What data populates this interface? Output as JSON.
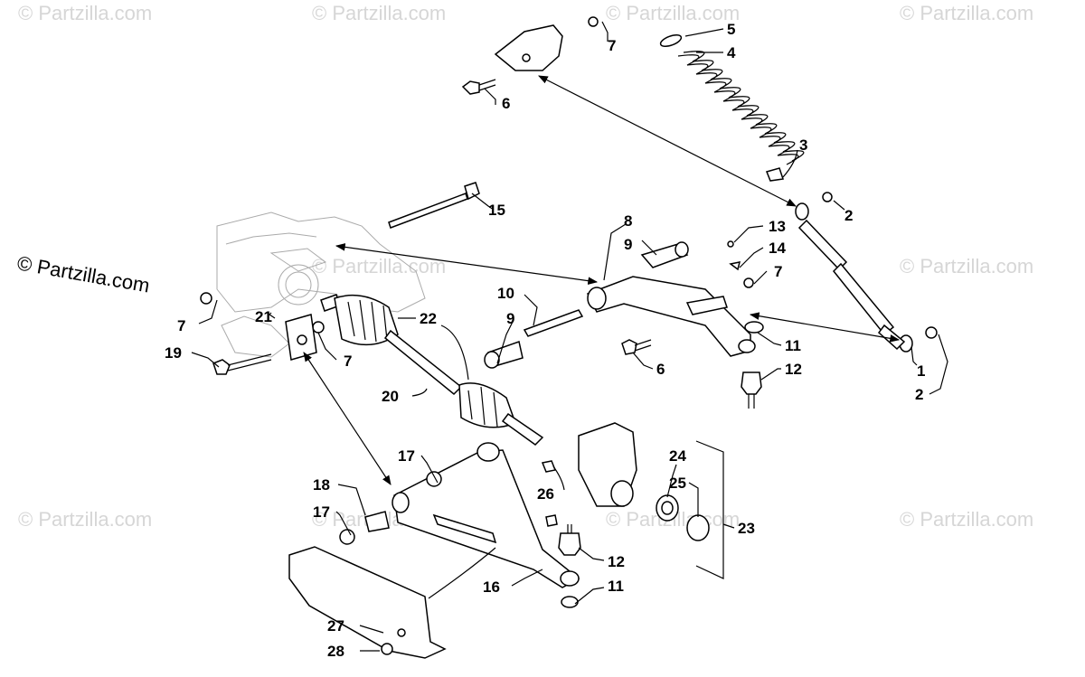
{
  "watermark": {
    "text": "© Partzilla.com",
    "inline_text": "© Partzilla.com"
  },
  "labels": {
    "l1": "1",
    "l2a": "2",
    "l2b": "2",
    "l3": "3",
    "l4": "4",
    "l5": "5",
    "l6a": "6",
    "l6b": "6",
    "l7a": "7",
    "l7b": "7",
    "l7c": "7",
    "l7d": "7",
    "l8": "8",
    "l9a": "9",
    "l9b": "9",
    "l10": "10",
    "l11a": "11",
    "l11b": "11",
    "l12a": "12",
    "l12b": "12",
    "l13": "13",
    "l14": "14",
    "l15": "15",
    "l16": "16",
    "l17a": "17",
    "l17b": "17",
    "l18": "18",
    "l19": "19",
    "l20": "20",
    "l21": "21",
    "l22": "22",
    "l23": "23",
    "l24": "24",
    "l25": "25",
    "l26": "26",
    "l27": "27",
    "l28": "28"
  },
  "colors": {
    "ink": "#000000",
    "watermark": "#d6d6d6",
    "background": "#ffffff"
  }
}
